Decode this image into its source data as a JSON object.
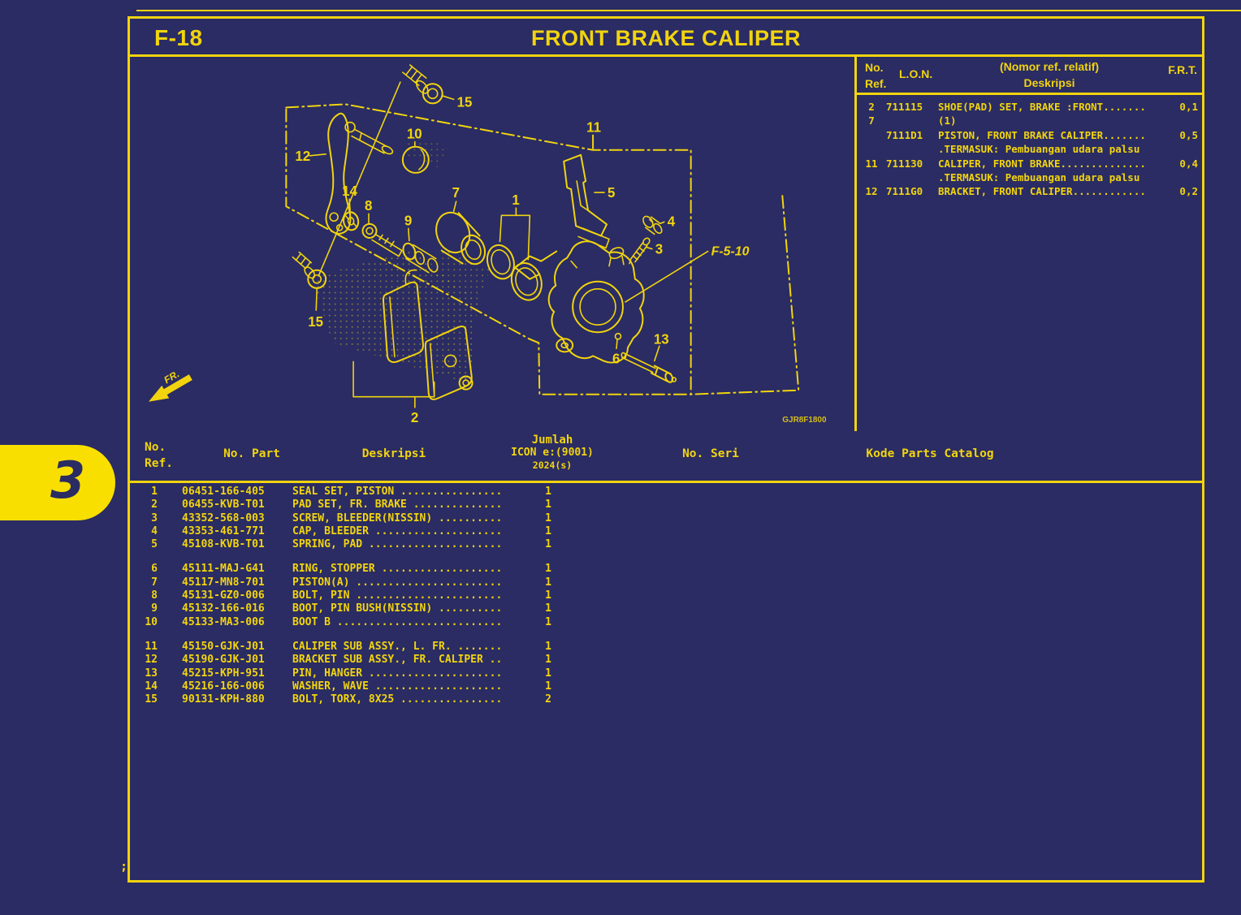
{
  "page": {
    "code": "F-18",
    "title": "FRONT BRAKE CALIPER",
    "tab_number": "3",
    "artifact": ";"
  },
  "colors": {
    "background": "#2a2c63",
    "line_yellow": "#f2d40e",
    "tab_yellow": "#f8df00"
  },
  "diagram": {
    "callouts": {
      "c1": "1",
      "c2": "2",
      "c3": "3",
      "c4": "4",
      "c5": "5",
      "c6": "6",
      "c7": "7",
      "c8": "8",
      "c9": "9",
      "c10": "10",
      "c11": "11",
      "c12": "12",
      "c13": "13",
      "c14": "14",
      "c15": "15"
    },
    "ref_link": "F-5-10",
    "fr_label": "FR.",
    "drawing_code": "GJR8F1800"
  },
  "ref_table": {
    "header": {
      "no_ref_1": "No.",
      "no_ref_2": "Ref.",
      "lon": "L.O.N.",
      "desc_1": "(Nomor ref. relatif)",
      "desc_2": "Deskripsi",
      "frt": "F.R.T."
    },
    "rows": [
      {
        "ref": "2",
        "lon": "711115",
        "desc": "SHOE(PAD) SET, BRAKE :FRONT.......",
        "frt": "0,1"
      },
      {
        "ref": "7",
        "lon": "",
        "desc": "(1)",
        "frt": ""
      },
      {
        "ref": "",
        "lon": "7111D1",
        "desc": "PISTON, FRONT BRAKE CALIPER.......",
        "frt": "0,5"
      },
      {
        "ref": "",
        "lon": "",
        "desc": ".TERMASUK: Pembuangan udara palsu",
        "frt": ""
      },
      {
        "ref": "11",
        "lon": "711130",
        "desc": "CALIPER, FRONT BRAKE..............",
        "frt": "0,4"
      },
      {
        "ref": "",
        "lon": "",
        "desc": ".TERMASUK: Pembuangan udara palsu",
        "frt": ""
      },
      {
        "ref": "12",
        "lon": "7111G0",
        "desc": "BRACKET, FRONT CALIPER............",
        "frt": "0,2"
      }
    ]
  },
  "parts_table": {
    "header": {
      "no_ref_1": "No.",
      "no_ref_2": "Ref.",
      "no_part": "No. Part",
      "deskripsi": "Deskripsi",
      "jumlah_1": "Jumlah",
      "jumlah_2": "ICON e:(9001)",
      "jumlah_3": "2024(s)",
      "no_seri": "No. Seri",
      "kode": "Kode Parts Catalog"
    },
    "rows": [
      {
        "ref": "1",
        "part": "06451-166-405",
        "desc": "SEAL SET, PISTON ................",
        "qty": "1"
      },
      {
        "ref": "2",
        "part": "06455-KVB-T01",
        "desc": "PAD SET, FR. BRAKE ..............",
        "qty": "1"
      },
      {
        "ref": "3",
        "part": "43352-568-003",
        "desc": "SCREW, BLEEDER(NISSIN) ..........",
        "qty": "1"
      },
      {
        "ref": "4",
        "part": "43353-461-771",
        "desc": "CAP, BLEEDER ....................",
        "qty": "1"
      },
      {
        "ref": "5",
        "part": "45108-KVB-T01",
        "desc": "SPRING, PAD .....................",
        "qty": "1"
      },
      {
        "ref": "6",
        "part": "45111-MAJ-G41",
        "desc": "RING, STOPPER ...................",
        "qty": "1"
      },
      {
        "ref": "7",
        "part": "45117-MN8-701",
        "desc": "PISTON(A) .......................",
        "qty": "1"
      },
      {
        "ref": "8",
        "part": "45131-GZ0-006",
        "desc": "BOLT, PIN .......................",
        "qty": "1"
      },
      {
        "ref": "9",
        "part": "45132-166-016",
        "desc": "BOOT, PIN BUSH(NISSIN) ..........",
        "qty": "1"
      },
      {
        "ref": "10",
        "part": "45133-MA3-006",
        "desc": "BOOT B ..........................",
        "qty": "1"
      },
      {
        "ref": "11",
        "part": "45150-GJK-J01",
        "desc": "CALIPER SUB ASSY., L. FR. .......",
        "qty": "1"
      },
      {
        "ref": "12",
        "part": "45190-GJK-J01",
        "desc": "BRACKET SUB ASSY., FR. CALIPER ..",
        "qty": "1"
      },
      {
        "ref": "13",
        "part": "45215-KPH-951",
        "desc": "PIN, HANGER .....................",
        "qty": "1"
      },
      {
        "ref": "14",
        "part": "45216-166-006",
        "desc": "WASHER, WAVE ....................",
        "qty": "1"
      },
      {
        "ref": "15",
        "part": "90131-KPH-880",
        "desc": "BOLT, TORX, 8X25 ................",
        "qty": "2"
      }
    ]
  }
}
